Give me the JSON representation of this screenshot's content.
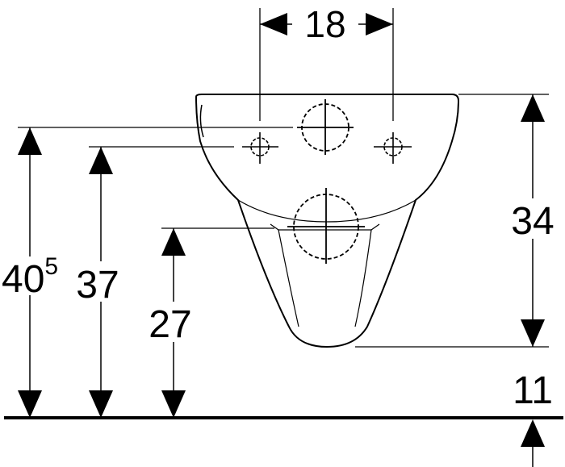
{
  "dimensions": {
    "width_between_fixings": "18",
    "height_405": {
      "main": "40",
      "sup": "5"
    },
    "height_37": "37",
    "height_27": "27",
    "height_34": "34",
    "height_11": "11"
  },
  "colors": {
    "ink": "#000000",
    "paper": "#ffffff"
  }
}
